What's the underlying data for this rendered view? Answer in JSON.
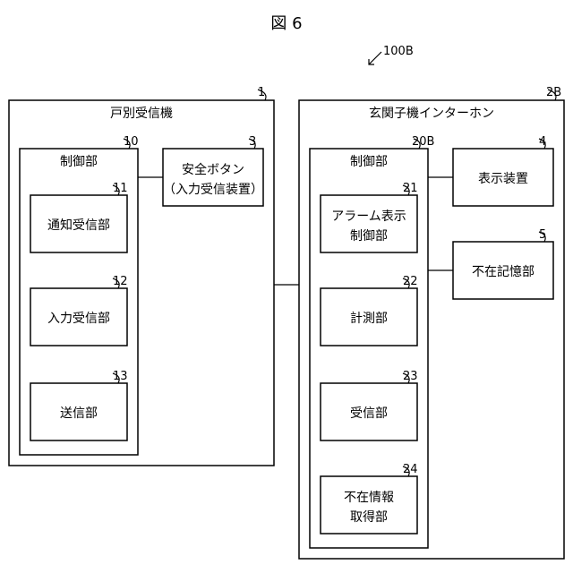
{
  "figure_title": "図 6",
  "system_ref": "100B",
  "unit_left": {
    "title": "戸別受信機",
    "ref": "1",
    "controller": {
      "title": "制御部",
      "ref": "10",
      "blocks": [
        {
          "label": "通知受信部",
          "ref": "11"
        },
        {
          "label": "入力受信部",
          "ref": "12"
        },
        {
          "label": "送信部",
          "ref": "13"
        }
      ]
    },
    "button": {
      "line1": "安全ボタン",
      "line2": "（入力受信装置）",
      "ref": "3"
    }
  },
  "unit_right": {
    "title": "玄関子機インターホン",
    "ref": "2B",
    "controller": {
      "title": "制御部",
      "ref": "20B",
      "blocks": [
        {
          "line1": "アラーム表示",
          "line2": "制御部",
          "ref": "21"
        },
        {
          "label": "計測部",
          "ref": "22"
        },
        {
          "label": "受信部",
          "ref": "23"
        },
        {
          "line1": "不在情報",
          "line2": "取得部",
          "ref": "24"
        }
      ]
    },
    "display": {
      "label": "表示装置",
      "ref": "4"
    },
    "storage": {
      "label": "不在記憶部",
      "ref": "5"
    }
  }
}
